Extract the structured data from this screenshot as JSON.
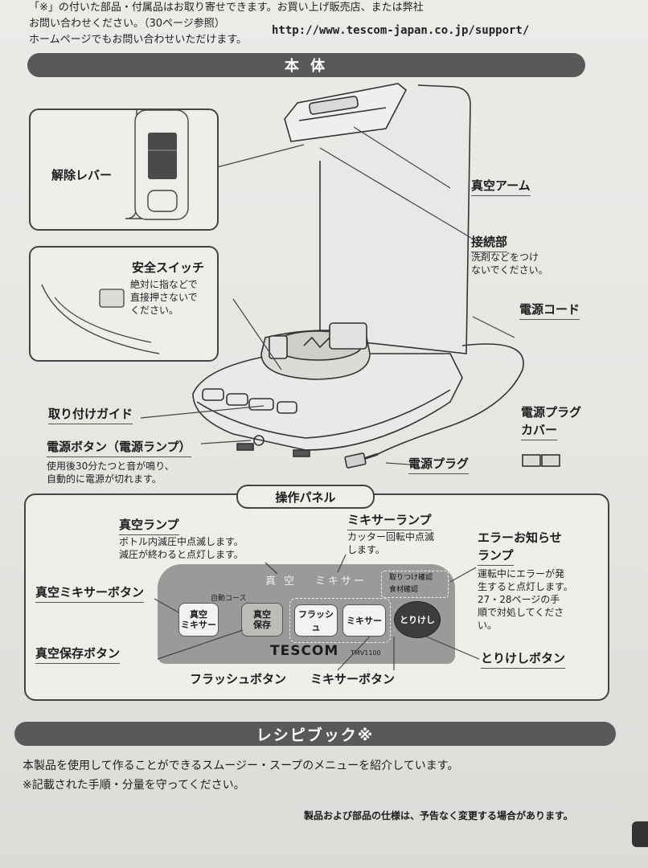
{
  "top": {
    "line1": "「※」の付いた部品・付属品はお取り寄せできます。お買い上げ販売店、または弊社",
    "line2": "お問い合わせください。（30ページ参照）",
    "line3": "ホームページでもお問い合わせいただけます。",
    "url": "http://www.tescom-japan.co.jp/support/"
  },
  "section_main": "本 体",
  "parts": {
    "release_lever": "解除レバー",
    "vacuum_arm": "真空アーム",
    "connection": "接続部",
    "connection_note": [
      "洗剤などをつけ",
      "ないでください。"
    ],
    "safety_switch": "安全スイッチ",
    "safety_note": [
      "絶対に指などで",
      "直接押さないで",
      "ください。"
    ],
    "power_cord": "電源コード",
    "guide": "取り付けガイド",
    "plug_cover": [
      "電源プラグ",
      "カバー"
    ],
    "power_button": "電源ボタン（電源ランプ）",
    "power_note": [
      "使用後30分たつと音が鳴り、",
      "自動的に電源が切れます。"
    ],
    "power_plug": "電源プラグ"
  },
  "panel": {
    "title": "操作パネル",
    "vacuum_lamp": "真空ランプ",
    "vacuum_lamp_note": [
      "ボトル内減圧中点滅します。",
      "減圧が終わると点灯します。"
    ],
    "mixer_lamp": "ミキサーランプ",
    "mixer_lamp_note": [
      "カッター回転中点滅",
      "します。"
    ],
    "error_lamp": [
      "エラーお知らせ",
      "ランプ"
    ],
    "error_note": [
      "運転中にエラーが発",
      "生すると点灯します。",
      "27・28ページの手",
      "順で対処してくださ",
      "い。"
    ],
    "vacuum_mixer_button": "真空ミキサーボタン",
    "vacuum_save_button": "真空保存ボタン",
    "flash_button": "フラッシュボタン",
    "mixer_button": "ミキサーボタン",
    "cancel_button": "とりけしボタン",
    "face": {
      "vacuum": "真 空",
      "mixer": "ミキサー",
      "auto_course": "自動コース",
      "btn_vacuum_mixer": [
        "真空",
        "ミキサー"
      ],
      "btn_vacuum_save": [
        "真空",
        "保存"
      ],
      "btn_flash": "フラッシュ",
      "btn_mixer": "ミキサー",
      "btn_cancel": "とりけし",
      "err1": "取りつけ確認",
      "err2": "食材確認",
      "brand": "TESCOM",
      "model": "TMV1100"
    }
  },
  "section_recipe": "レシピブック※",
  "recipe_text1": "本製品を使用して作ることができるスムージー・スープのメニューを紹介しています。",
  "recipe_text2": "※記載された手順・分量を守ってください。",
  "footer": "製品および部品の仕様は、予告なく変更する場合があります。"
}
